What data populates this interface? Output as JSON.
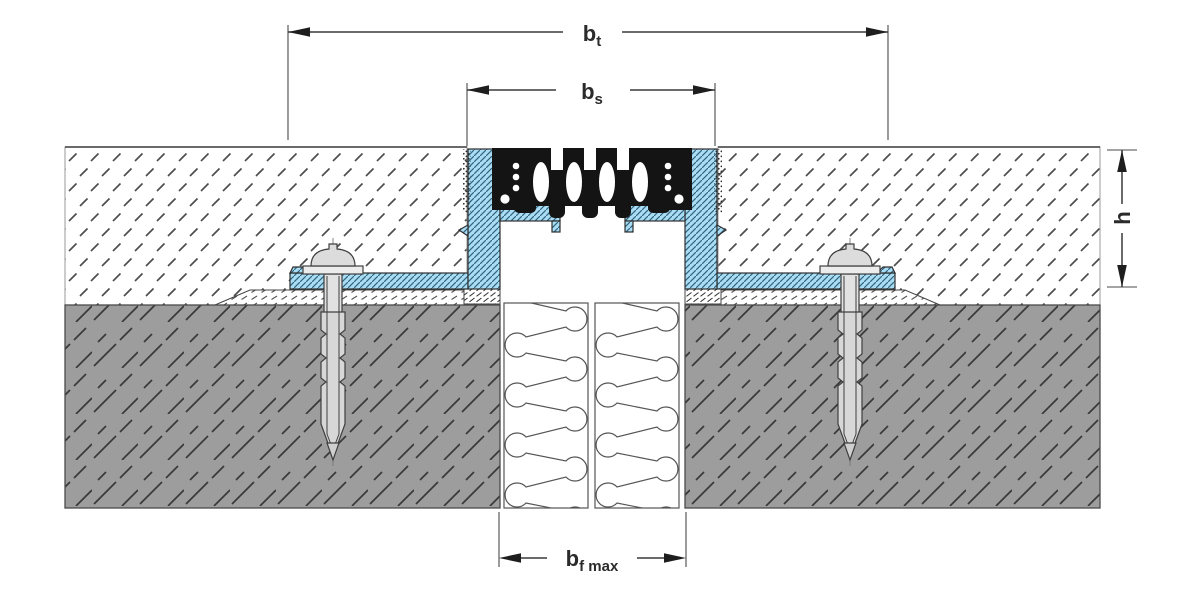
{
  "figure": {
    "kind": "expansion-joint-profile-cross-section",
    "dimensions": {
      "bt": {
        "main": "b",
        "sub": "t"
      },
      "bs": {
        "main": "b",
        "sub": "s"
      },
      "h": {
        "main": "h"
      },
      "bf": {
        "main": "b",
        "sub": "f max"
      }
    },
    "colors": {
      "aluminium_profile": "#a8ddf4",
      "aluminium_hatch": "#34637e",
      "concrete": "#9d9d9d",
      "concrete_hatch": "#383838",
      "elastomer_insert": "#141414",
      "fastener": "#d7d7d7",
      "dimension_line": "#3a3a3a",
      "background": "#ffffff"
    }
  }
}
